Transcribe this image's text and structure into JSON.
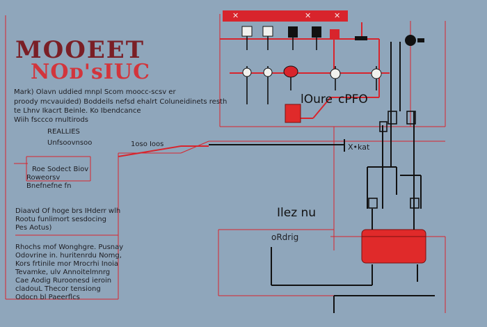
{
  "title": {
    "line1": "MOOEET",
    "line2": "NOᴅ'sIUC"
  },
  "intro_text": [
    "Mark) Olavn uddied mnpl Scom moocc-scsv er",
    "proody mcvauided) Boddeils nefsd ehalrt Coluneidinets resth",
    "te Lhnv Ikacrt Beinle. Ko Ibendcance",
    "Wiih fsccco rnultirods"
  ],
  "side_labels": {
    "realties": "REALLIES",
    "unfoa": "Unfsoovnsoo",
    "box_block": [
      "Roe Sodect Biov",
      "Roweorsv",
      "Bnefnefne fn"
    ],
    "block2": [
      "Diaavd Of hoge brs IHderr wlh",
      "Rootu funlimort sesdocing",
      "Pes Aotus)"
    ],
    "block3": [
      "Rhochs mof Wonghgre. Pusnay",
      "Odovrine in. huritenrdu Nomg,",
      "Kors frtinile mor Mrocrhi Inoia",
      "Tevamke, ulv Annoitelmnrg",
      "Cae Aodig Ruroonesd ieroin",
      "cladouL Thecor tensiong",
      "Odocn bl Paeerflcs"
    ]
  },
  "diagram_labels": {
    "topo": "1oso Ioos",
    "loure": "lOure",
    "cpfo": "cPFO",
    "xkat": "X•kat",
    "ilezrnu": "Ilez nu",
    "ordrig": "oRdrig"
  },
  "red_bar": {
    "marks": [
      "✕",
      "✕",
      "✕"
    ]
  },
  "colors": {
    "background": "#8fa6bb",
    "wire_red": "#d8242c",
    "wire_black": "#111111",
    "component_red": "#e02a2a"
  }
}
